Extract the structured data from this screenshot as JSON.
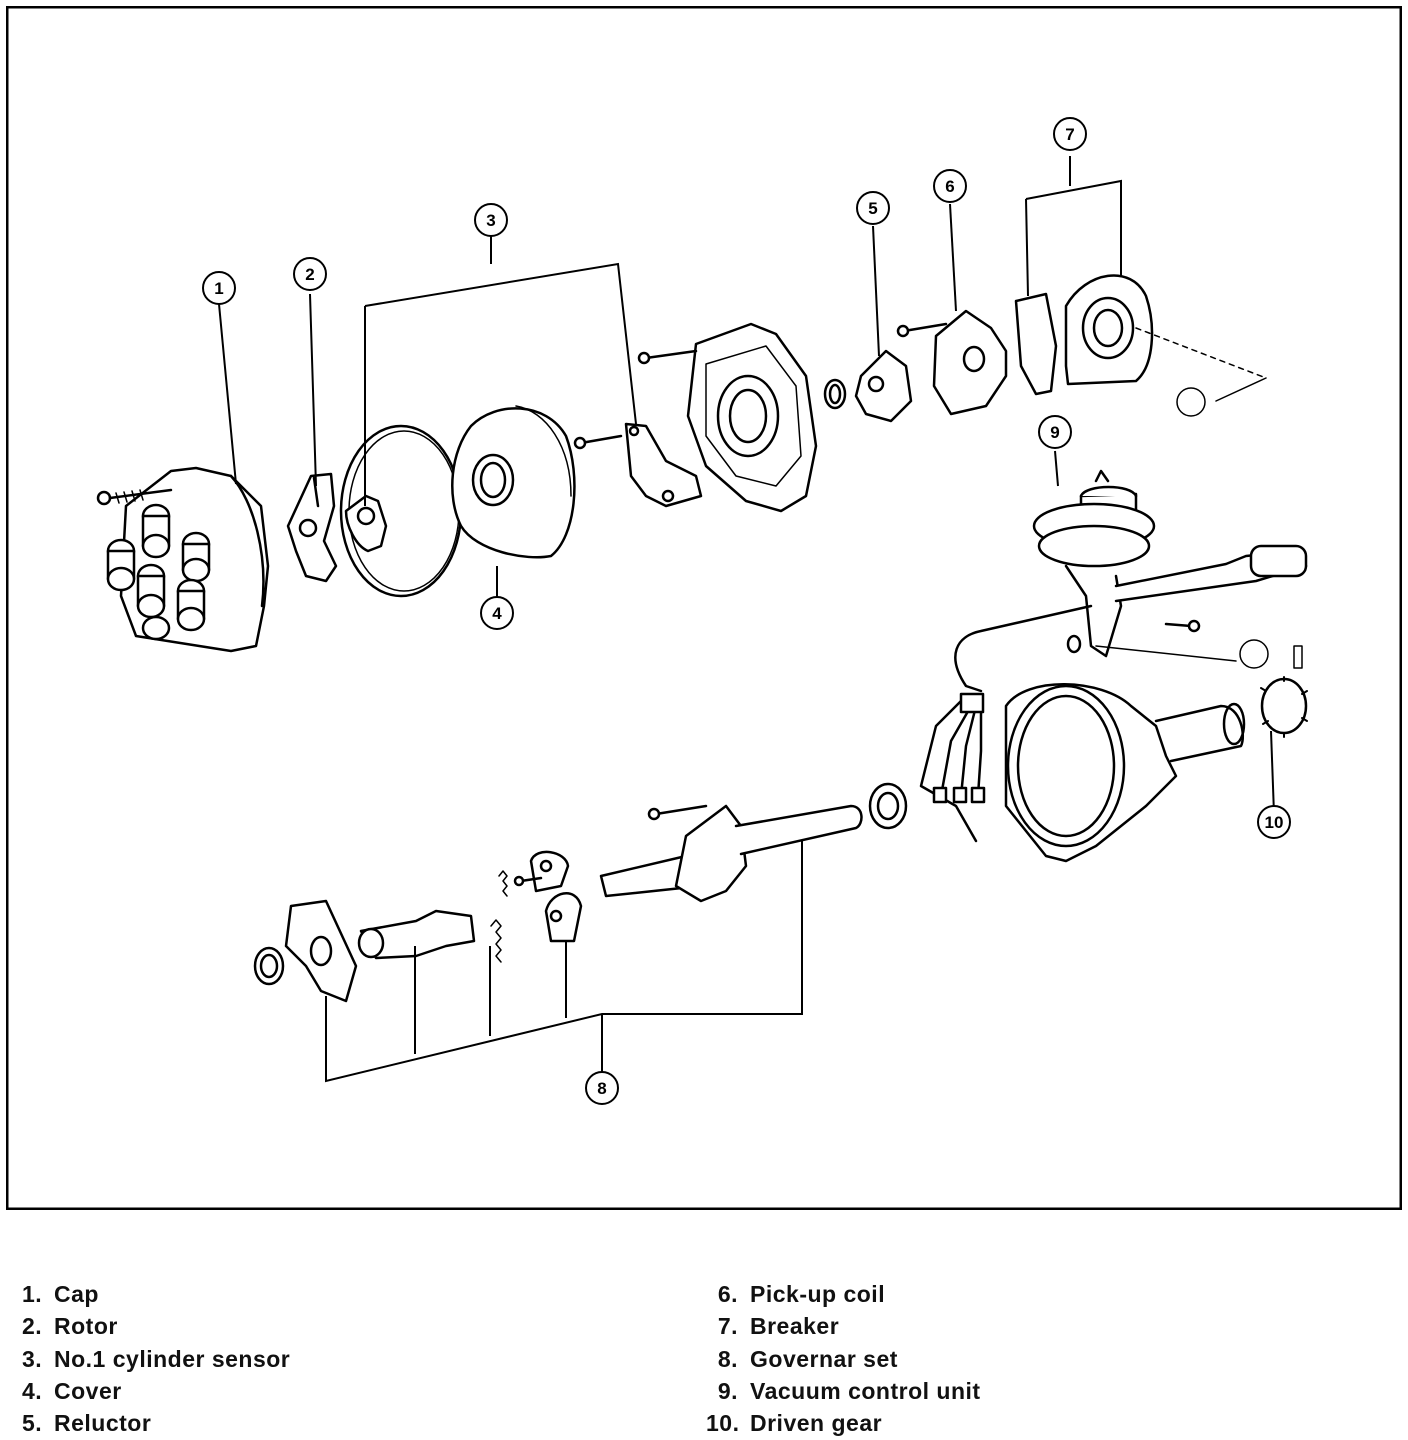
{
  "diagram": {
    "callouts": [
      "1",
      "2",
      "3",
      "4",
      "5",
      "6",
      "7",
      "8",
      "9",
      "10"
    ]
  },
  "legend": {
    "left": [
      {
        "num": "1.",
        "label": "Cap"
      },
      {
        "num": "2.",
        "label": "Rotor"
      },
      {
        "num": "3.",
        "label": "No.1 cylinder sensor"
      },
      {
        "num": "4.",
        "label": "Cover"
      },
      {
        "num": "5.",
        "label": "Reluctor"
      }
    ],
    "right": [
      {
        "num": "6.",
        "label": "Pick-up coil"
      },
      {
        "num": "7.",
        "label": "Breaker"
      },
      {
        "num": "8.",
        "label": "Governar set"
      },
      {
        "num": "9.",
        "label": "Vacuum control unit"
      },
      {
        "num": "10.",
        "label": "Driven gear"
      }
    ]
  }
}
